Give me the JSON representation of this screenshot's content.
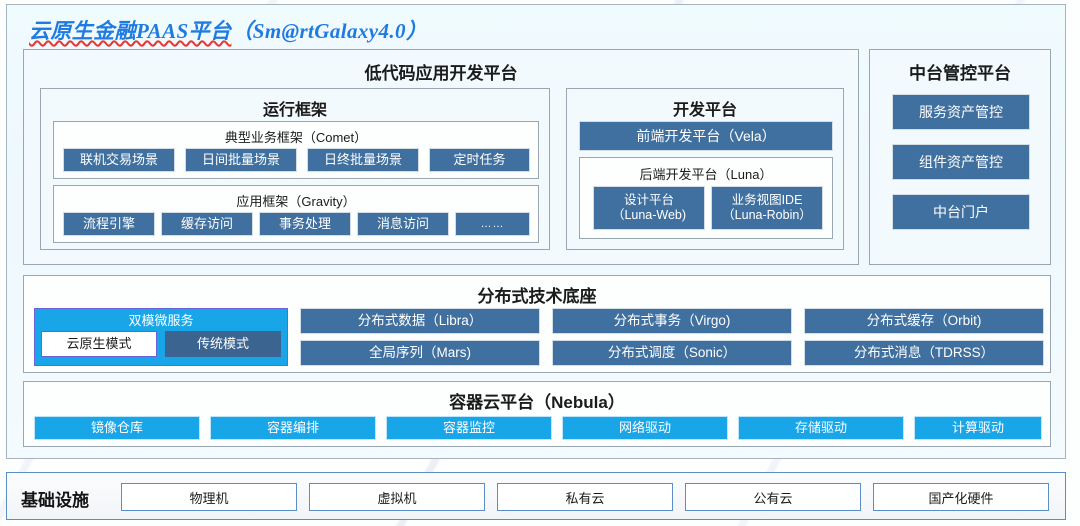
{
  "title": {
    "main": "云原生金融PAAS平台",
    "paren": "（Sm@rtGalaxy4.0）"
  },
  "colors": {
    "accent_blue": "#40709f",
    "accent_cyan": "#19a6e8",
    "title_blue": "#1f7be0",
    "panel_bg": "#f2fafd",
    "border": "#9aa6b2"
  },
  "lowcode": {
    "title": "低代码应用开发平台",
    "runtime": {
      "title": "运行框架",
      "comet": {
        "title": "典型业务框架（Comet）",
        "items": [
          "联机交易场景",
          "日间批量场景",
          "日终批量场景",
          "定时任务"
        ]
      },
      "gravity": {
        "title": "应用框架（Gravity）",
        "items": [
          "流程引擎",
          "缓存访问",
          "事务处理",
          "消息访问",
          "……"
        ]
      }
    },
    "devplat": {
      "title": "开发平台",
      "frontend": "前端开发平台（Vela）",
      "backend": {
        "title": "后端开发平台（Luna）",
        "items": [
          {
            "line1": "设计平台",
            "line2": "（Luna-Web)"
          },
          {
            "line1": "业务视图IDE",
            "line2": "（Luna-Robin）"
          }
        ]
      }
    }
  },
  "midplat": {
    "title": "中台管控平台",
    "items": [
      "服务资产管控",
      "组件资产管控",
      "中台门户"
    ]
  },
  "techbase": {
    "title": "分布式技术底座",
    "dual": {
      "title": "双模微服务",
      "modes": [
        "云原生模式",
        "传统模式"
      ]
    },
    "row1": [
      "分布式数据（Libra）",
      "分布式事务（Virgo)",
      "分布式缓存（Orbit)"
    ],
    "row2": [
      "全局序列（Mars)",
      "分布式调度（Sonic）",
      "分布式消息（TDRSS）"
    ]
  },
  "container": {
    "title": "容器云平台（Nebula）",
    "items": [
      "镜像仓库",
      "容器编排",
      "容器监控",
      "网络驱动",
      "存储驱动",
      "计算驱动"
    ]
  },
  "infra": {
    "label": "基础设施",
    "items": [
      "物理机",
      "虚拟机",
      "私有云",
      "公有云",
      "国产化硬件"
    ]
  }
}
